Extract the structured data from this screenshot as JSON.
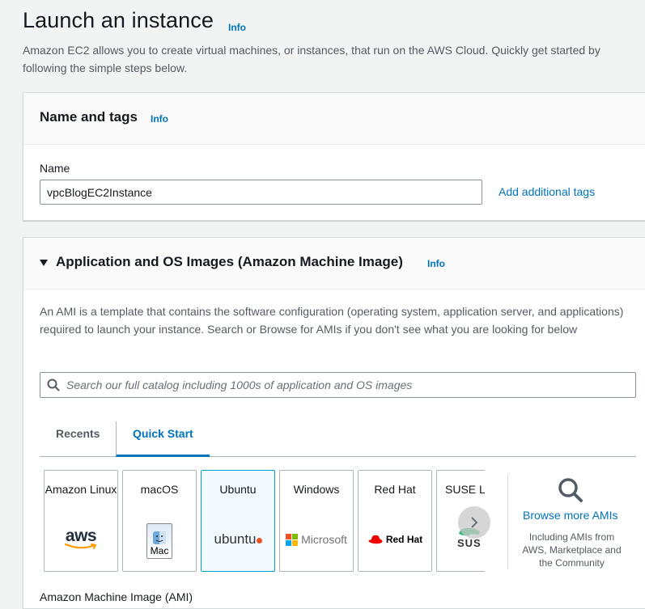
{
  "page": {
    "title": "Launch an instance",
    "info": "Info",
    "description": "Amazon EC2 allows you to create virtual machines, or instances, that run on the AWS Cloud. Quickly get started by following the simple steps below."
  },
  "name_tags": {
    "title": "Name and tags",
    "info": "Info",
    "name_label": "Name",
    "name_value": "vpcBlogEC2Instance",
    "add_tags_link": "Add additional tags"
  },
  "ami": {
    "title": "Application and OS Images (Amazon Machine Image)",
    "info": "Info",
    "description": "An AMI is a template that contains the software configuration (operating system, application server, and applications) required to launch your instance. Search or Browse for AMIs if you don't see what you are looking for below",
    "search_placeholder": "Search our full catalog including 1000s of application and OS images",
    "tabs": [
      "Recents",
      "Quick Start"
    ],
    "active_tab": "Quick Start",
    "tiles": [
      {
        "label": "Amazon Linux",
        "logo_text": "aws"
      },
      {
        "label": "macOS",
        "logo_text": "Mac"
      },
      {
        "label": "Ubuntu",
        "logo_text": "ubuntu",
        "selected": true
      },
      {
        "label": "Windows",
        "logo_text": "Microsoft"
      },
      {
        "label": "Red Hat",
        "logo_text": "Red Hat"
      },
      {
        "label": "SUSE Li",
        "logo_text": "SUS"
      }
    ],
    "browse_link": "Browse more AMIs",
    "browse_desc": "Including AMIs from AWS, Marketplace and the Community",
    "field_label": "Amazon Machine Image (AMI)"
  },
  "colors": {
    "link": "#0073bb",
    "selected_border": "#00a1c9",
    "ubuntu_orange": "#e95420",
    "redhat_red": "#ee0000",
    "suse_green": "#30ba78"
  }
}
